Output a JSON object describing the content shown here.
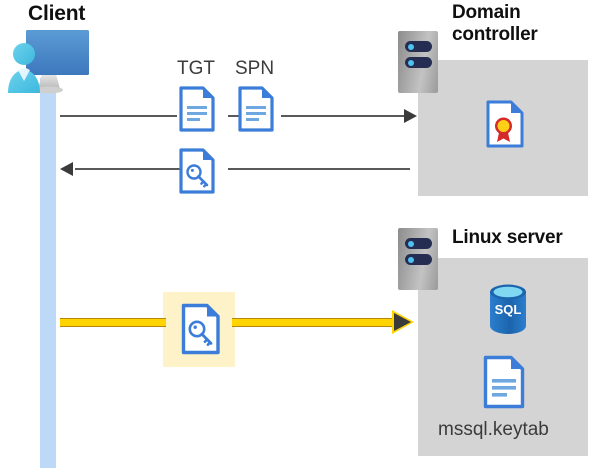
{
  "diagram": {
    "title_client": "Client",
    "title_domain_controller": "Domain controller",
    "title_linux_server": "Linux server",
    "labels": {
      "tgt": "TGT",
      "spn": "SPN",
      "keytab_file": "mssql.keytab",
      "sql_text": "SQL"
    },
    "icons": {
      "client": "client-user-monitor-icon",
      "server": "server-tower-icon",
      "document": "document-icon",
      "key_document": "key-document-icon",
      "certificate": "certificate-document-icon",
      "database": "sql-database-icon"
    },
    "flows": [
      {
        "id": "flow-1",
        "direction": "right",
        "from": "Client",
        "to": "Domain controller",
        "payload": "TGT SPN",
        "style": "plain"
      },
      {
        "id": "flow-2",
        "direction": "left",
        "from": "Domain controller",
        "to": "Client",
        "payload": "key-document",
        "style": "plain"
      },
      {
        "id": "flow-3",
        "direction": "right",
        "from": "Client",
        "to": "Linux server",
        "payload": "key-document",
        "style": "highlighted-gold"
      }
    ],
    "colors": {
      "panel_gray": "#d4d4d4",
      "lifeline_blue": "#bcd9f7",
      "doc_blue": "#3b7dd8",
      "gold": "#ffd400",
      "gold_outline": "#b8860b",
      "highlight_cream": "#fdf2c8",
      "arrow_gray": "#58595b",
      "sql_blue": "#1f6fc4",
      "cert_gold": "#fdd017",
      "cert_red": "#d42a2a"
    }
  }
}
